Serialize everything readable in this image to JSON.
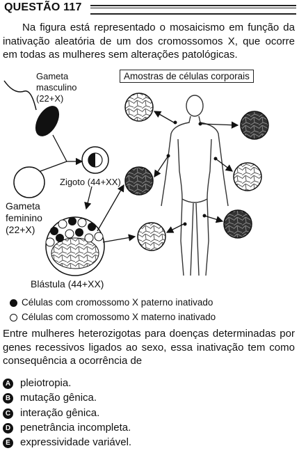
{
  "question": {
    "title": "QUESTÃO 117",
    "intro": "Na figura está representado o mosaicismo em função da inativação aleatória de um dos cromossomos X, que ocorre em todas as mulheres sem alterações patológicas."
  },
  "figure": {
    "samples_title": "Amostras de células corporais",
    "male_gamete": [
      "Gameta",
      "masculino",
      "(22+X)"
    ],
    "female_gamete": [
      "Gameta",
      "feminino",
      "(22+X)"
    ],
    "zygote": "Zigoto (44+XX)",
    "blastula": "Blástula (44+XX)"
  },
  "legend": {
    "paternal": "Células com cromossomo X paterno inativado",
    "maternal": "Células com cromossomo X materno inativado"
  },
  "stem": "Entre mulheres heterozigotas para doenças determinadas por genes recessivos ligados ao sexo, essa inativação tem como consequência a ocorrência de",
  "options": [
    {
      "letter": "A",
      "text": "pleiotropia."
    },
    {
      "letter": "B",
      "text": "mutação gênica."
    },
    {
      "letter": "C",
      "text": "interação gênica."
    },
    {
      "letter": "D",
      "text": "penetrância incompleta."
    },
    {
      "letter": "E",
      "text": "expressividade variável."
    }
  ]
}
